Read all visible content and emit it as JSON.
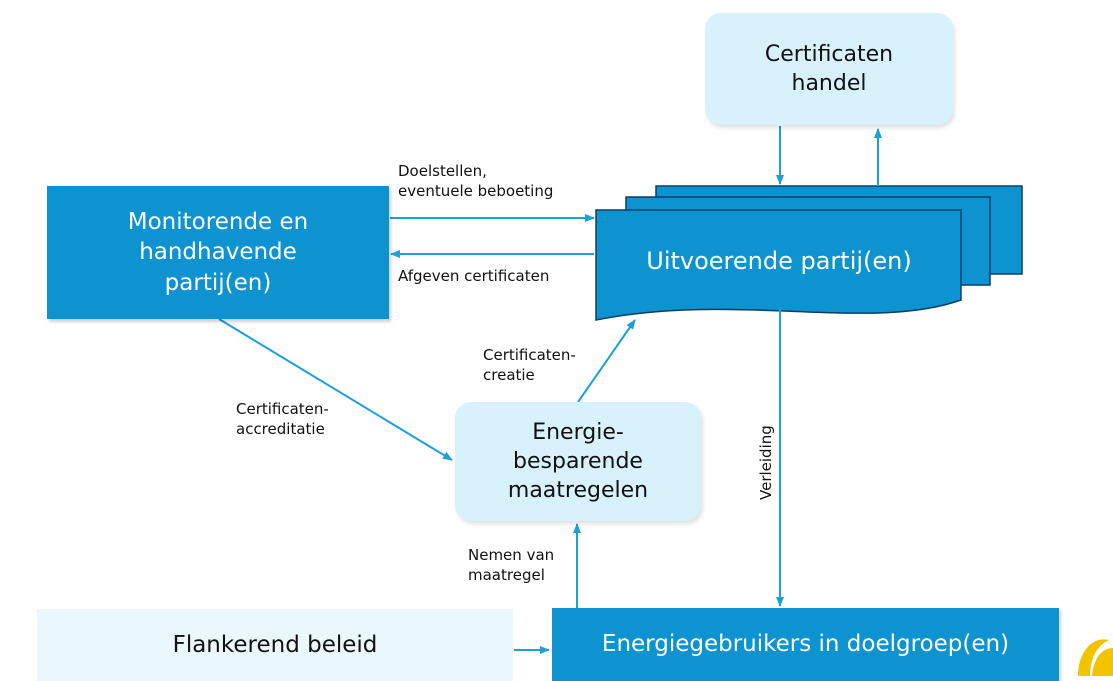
{
  "boxes": {
    "certificaten_handel": "Certificaten\nhandel",
    "monitorende": "Monitorende en\nhandhavende\npartij(en)",
    "uitvoerende": "Uitvoerende partij(en)",
    "energiebesparende": "Energie-\nbesparende\nmaatregelen",
    "flankerend": "Flankerend beleid",
    "energiegebruikers": "Energiegebruikers in doelgroep(en)"
  },
  "labels": {
    "doelstellen": "Doelstellen,\neventuele  beboeting",
    "afgeven": "Afgeven certificaten",
    "creatie": "Certificaten-\ncreatie",
    "accreditatie": "Certificaten-\naccreditatie",
    "verleiding": "Verleiding",
    "nemen": "Nemen van\nmaatregel"
  },
  "colors": {
    "dark_box": "#0d93cf",
    "light_box": "#d8f2fb",
    "palest_box": "#eaf7fd",
    "arrow": "#1ba1d8",
    "logo": "#f2c400"
  }
}
